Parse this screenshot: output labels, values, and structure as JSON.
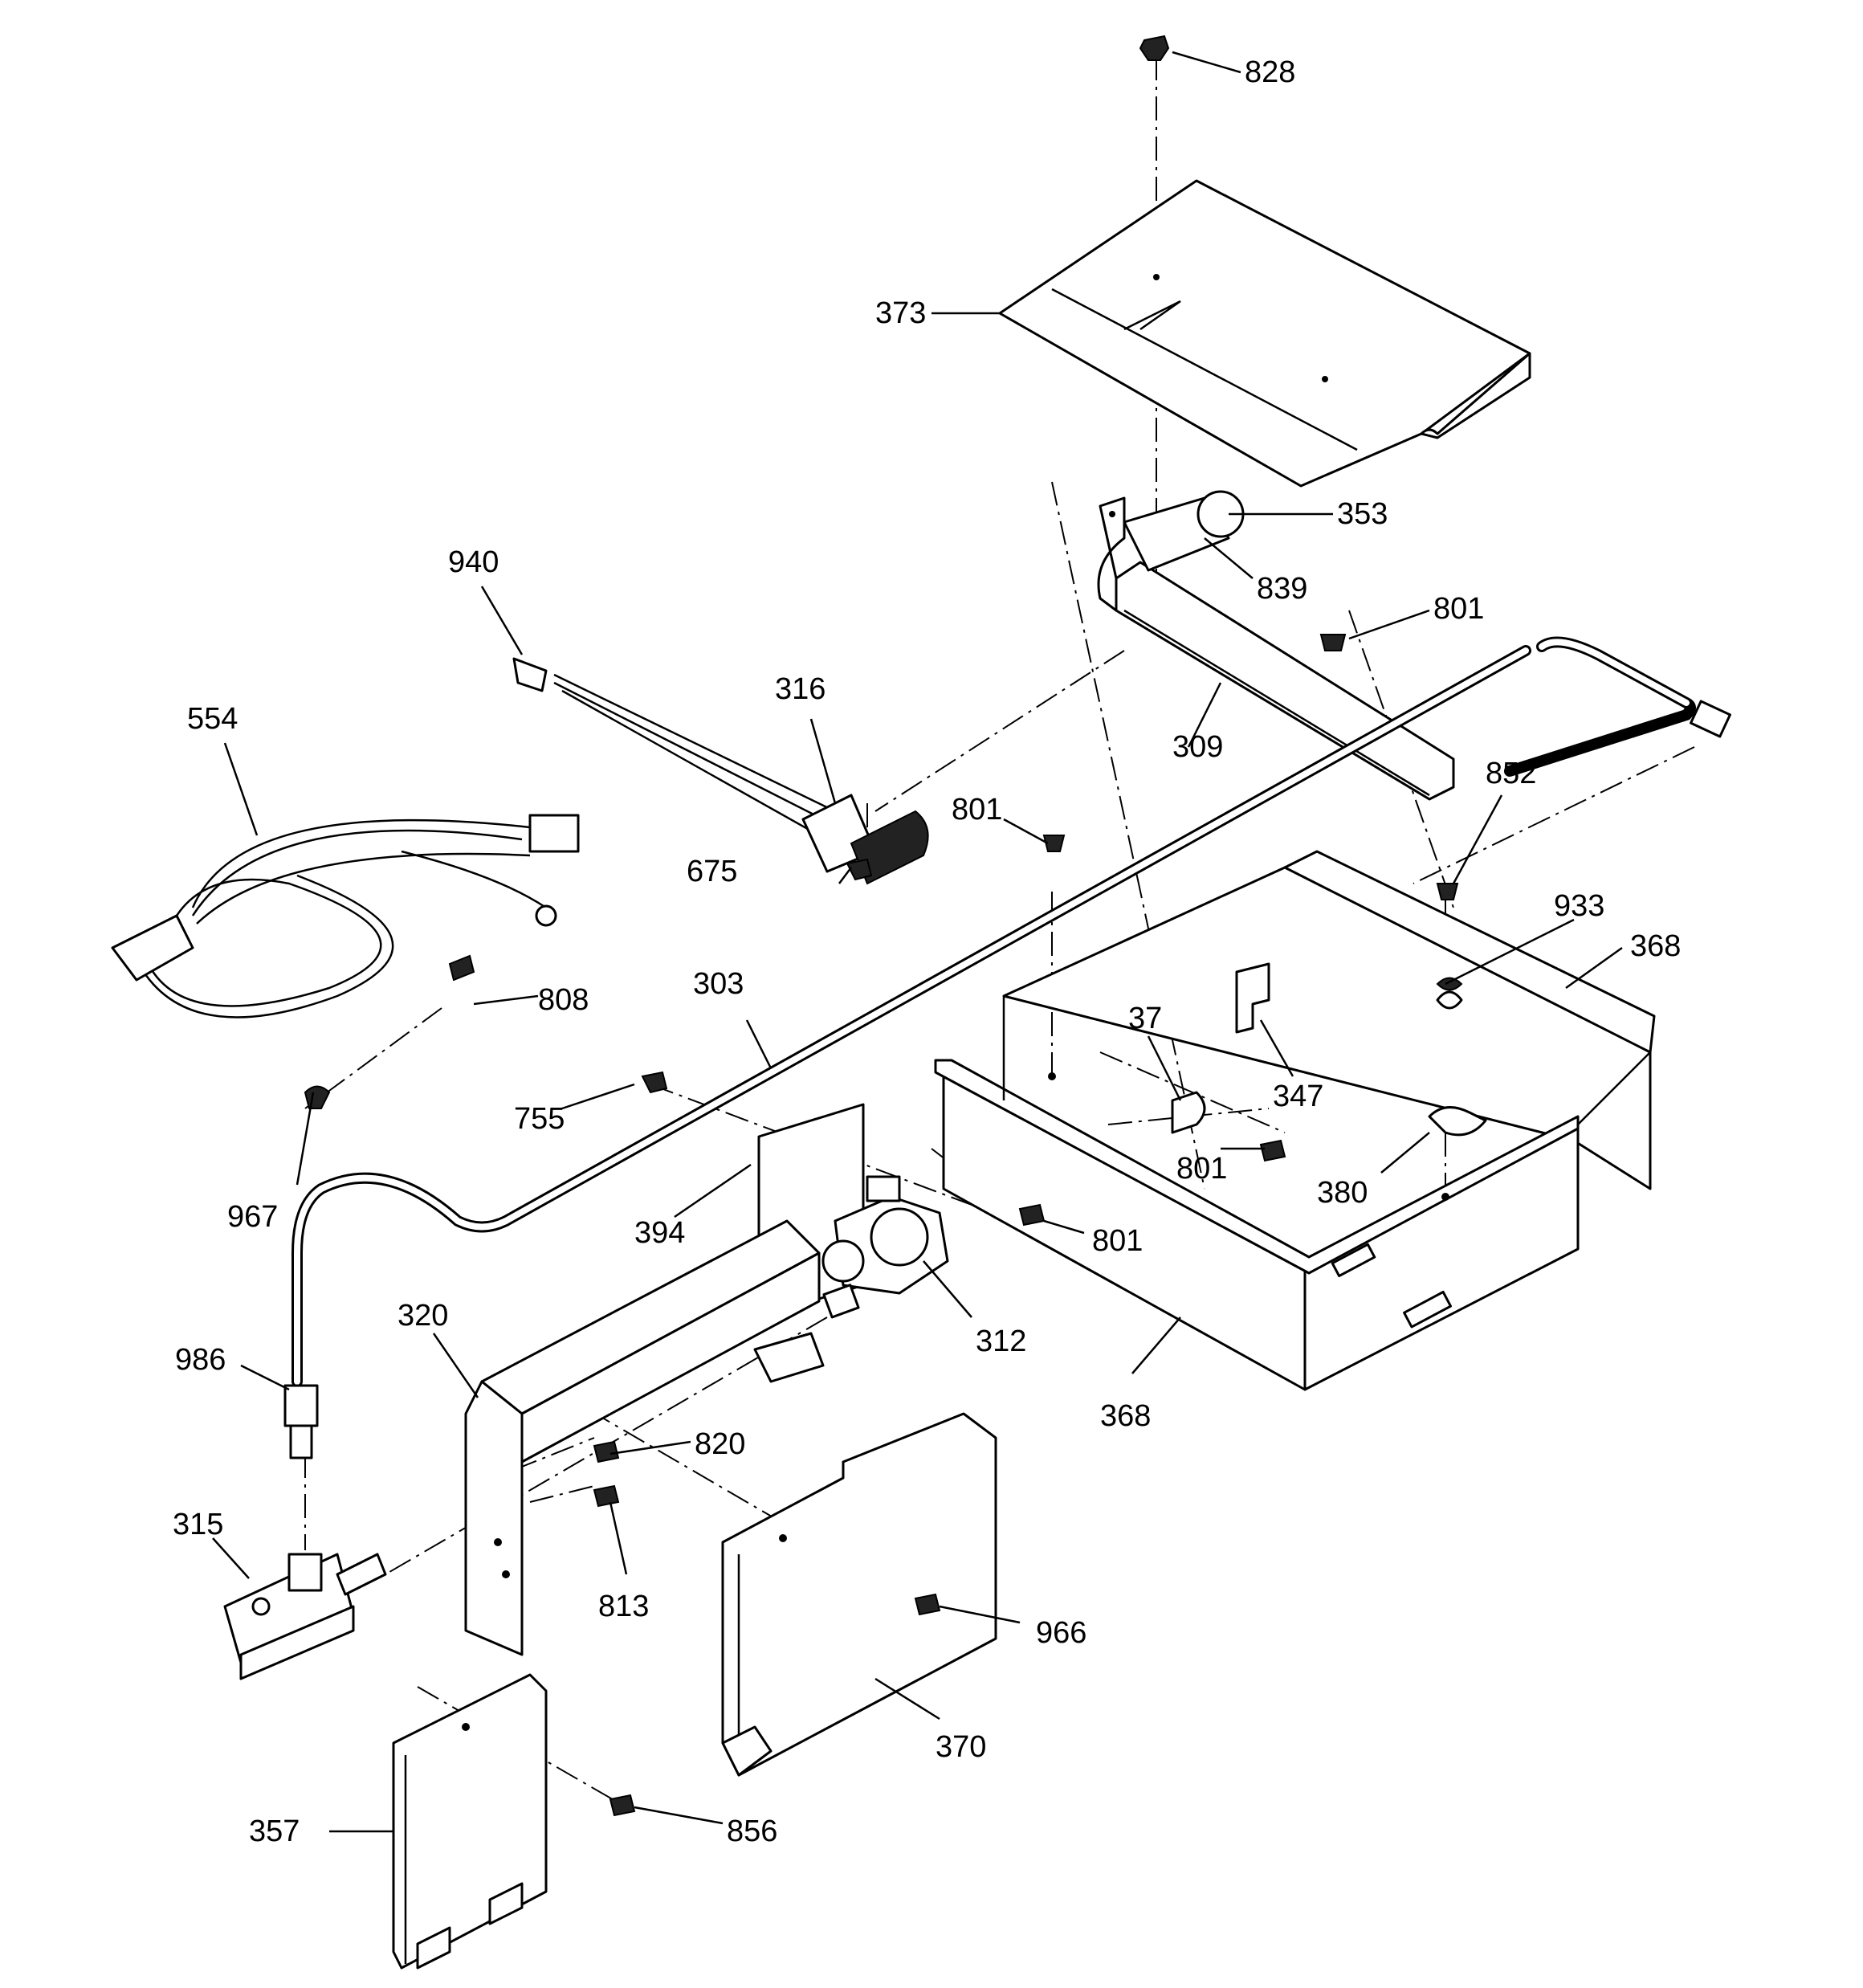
{
  "callouts": {
    "c828": "828",
    "c373": "373",
    "c353": "353",
    "c839": "839",
    "c801a": "801",
    "c940": "940",
    "c316": "316",
    "c309": "309",
    "c554": "554",
    "c801b": "801",
    "c852": "852",
    "c675": "675",
    "c933": "933",
    "c368a": "368",
    "c303": "303",
    "c808": "808",
    "c37": "37",
    "c347": "347",
    "c755": "755",
    "c801c": "801",
    "c380": "380",
    "c967": "967",
    "c394": "394",
    "c801d": "801",
    "c320": "320",
    "c312": "312",
    "c986": "986",
    "c368b": "368",
    "c820": "820",
    "c315": "315",
    "c813": "813",
    "c966": "966",
    "c370": "370",
    "c357": "357",
    "c856": "856"
  }
}
